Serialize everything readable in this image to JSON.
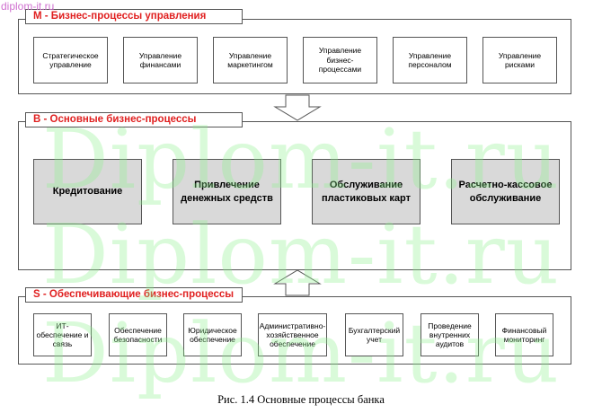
{
  "watermark": {
    "corner": "diplom-it.ru",
    "text": "Diplom-it.ru"
  },
  "groups": {
    "management": {
      "title": "M - Бизнес-процессы управления",
      "items": [
        "Стратегическое управление",
        "Управление финансами",
        "Управление маркетингом",
        "Управление бизнес-процессами",
        "Управление персоналом",
        "Управление рисками"
      ]
    },
    "core": {
      "title": "B - Основные бизнес-процессы",
      "items": [
        "Кредитование",
        "Привлечение денежных средств",
        "Обслуживание пластиковых карт",
        "Расчетно-кассовое обслуживание"
      ]
    },
    "support": {
      "title": "S - Обеспечивающие бизнес-процессы",
      "items": [
        "ИТ-обеспечение и связь",
        "Обеспечение безопасности",
        "Юридическое обеспечение",
        "Административно-хозяйственное обеспечение",
        "Бухгалтерский учет",
        "Проведение внутренних аудитов",
        "Финансовый мониторинг"
      ]
    }
  },
  "caption": "Рис. 1.4 Основные процессы банка",
  "colors": {
    "title_red": "#e02020",
    "grey_box": "#d9d9d9",
    "watermark_green": "#8cf28c"
  }
}
